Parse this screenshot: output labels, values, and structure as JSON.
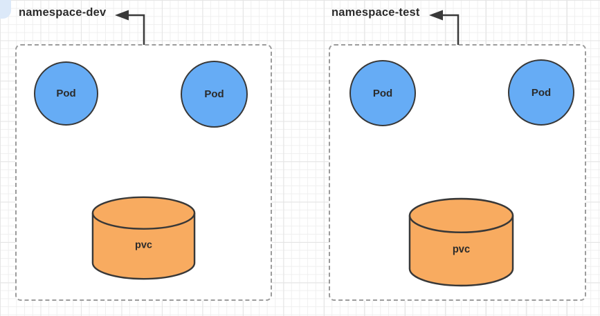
{
  "diagram": {
    "namespaces": [
      {
        "label": "namespace-dev",
        "pods": [
          "Pod",
          "Pod"
        ],
        "pvc": "pvc"
      },
      {
        "label": "namespace-test",
        "pods": [
          "Pod",
          "Pod"
        ],
        "pvc": "pvc"
      }
    ],
    "colors": {
      "pod_fill": "#66ACF5",
      "pvc_fill": "#F8AB60",
      "shape_stroke": "#383838",
      "box_border": "#9b9b9b",
      "arrow": "#3a3a3a",
      "text": "#2b2b2b",
      "grid_minor": "#efefef",
      "grid_major": "#e5e5e5"
    }
  }
}
